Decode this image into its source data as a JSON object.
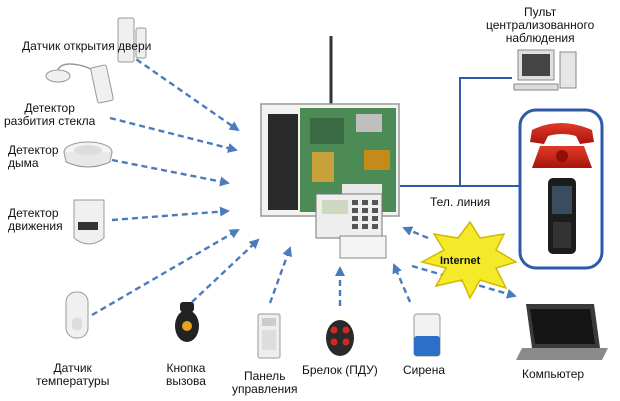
{
  "labels": {
    "door_sensor": "Датчик открытия двери",
    "glass_break": "Детектор\nразбития стекла",
    "smoke": "Детектор\nдыма",
    "motion": "Детектор\nдвижения",
    "temperature": "Датчик\nтемпературы",
    "call_button": "Кнопка\nвызова",
    "control_panel": "Панель\nуправления",
    "keyfob": "Брелок (ПДУ)",
    "siren": "Сирена",
    "computer": "Компьютер",
    "monitoring": "Пульт\nцентрализованного\nнаблюдения",
    "phone_line": "Тел. линия",
    "internet": "Internet"
  },
  "colors": {
    "arrow": "#4a7bbf",
    "line": "#2e5aa8",
    "burst_fill": "#f5ea2a",
    "burst_stroke": "#d2b800",
    "phone_box": "#2e5aa8"
  }
}
